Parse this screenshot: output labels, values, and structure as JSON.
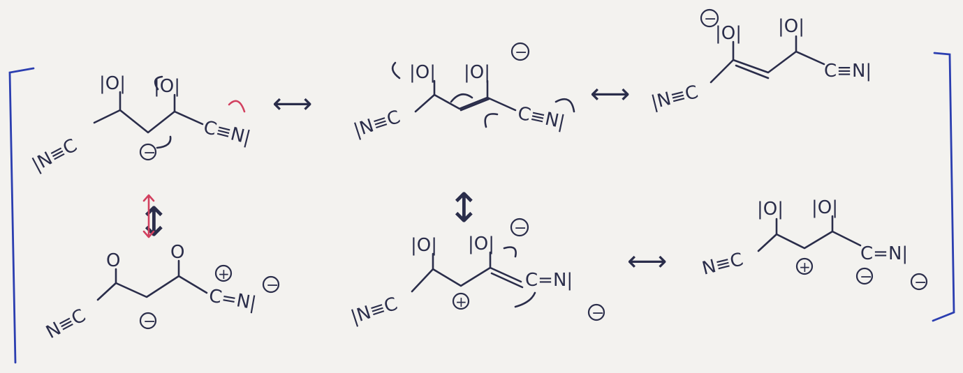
{
  "colors": {
    "ink": "#2a2d4a",
    "arrow_red": "#d2405f",
    "bracket_blue": "#2b3eb0",
    "paper": "#f3f2ef"
  },
  "structures": {
    "s1": {
      "o1": "|O|",
      "o2": "|O|",
      "cn_left": "|N≡C",
      "cn_right": "C≡N|",
      "neg": "−"
    },
    "s2": {
      "o1": "|O|",
      "o2": "|O|",
      "cn_left": "|N≡C",
      "cn_right": "C≡N|",
      "neg": "−"
    },
    "s3": {
      "o1": "|O|",
      "o2": "|O|",
      "cn_left": "|N≡C",
      "cn_right": "C≡N|",
      "neg": "−"
    },
    "s4": {
      "o1": "O",
      "o2": "O",
      "cn_left": "N≡C",
      "cn_right": "C=N|",
      "pos": "+",
      "neg1": "−",
      "neg2": "−"
    },
    "s5": {
      "o1": "|O|",
      "o2": "|O|",
      "cn_left": "|N≡C",
      "cn_right": "C=N|",
      "pos": "+",
      "neg1": "−",
      "neg2": "−"
    },
    "s6": {
      "o1": "|O|",
      "o2": "|O|",
      "cn_left": "N≡C",
      "cn_right": "C=N|",
      "pos": "+",
      "neg1": "−",
      "neg2": "−"
    }
  },
  "resonance_arrows": {
    "r12": "⟷",
    "r23": "⟷",
    "r14": "↕",
    "r25": "↕",
    "r56": "⟷"
  }
}
